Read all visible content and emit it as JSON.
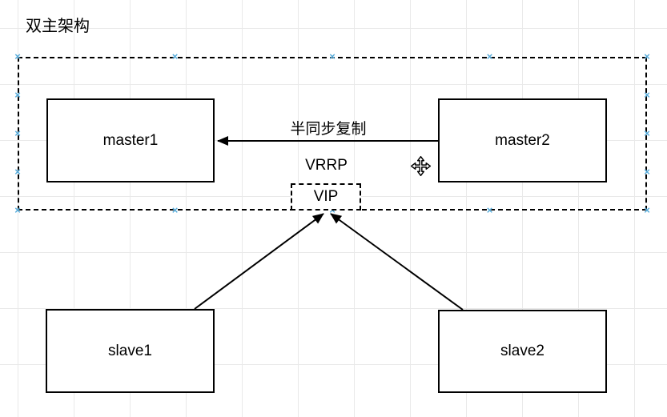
{
  "title": "双主架构",
  "canvas": {
    "background": "#ffffff",
    "grid_color": "#e9e9e9"
  },
  "nodes": {
    "master1": "master1",
    "master2": "master2",
    "slave1": "slave1",
    "slave2": "slave2",
    "vip": "VIP"
  },
  "labels": {
    "replication": "半同步复制",
    "vrrp": "VRRP"
  },
  "selection": {
    "handle_color": "#55abdb",
    "handle_glyph": "×"
  },
  "icons": {
    "move_cursor": "move-cursor-icon"
  },
  "colors": {
    "stroke": "#000000",
    "text": "#000000"
  }
}
